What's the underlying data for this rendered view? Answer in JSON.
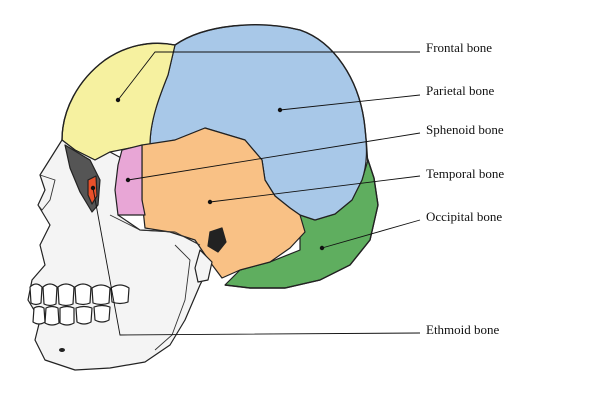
{
  "labels": {
    "frontal": "Frontal bone",
    "parietal": "Parietal bone",
    "sphenoid": "Sphenoid bone",
    "temporal": "Temporal bone",
    "occipital": "Occipital bone",
    "ethmoid": "Ethmoid bone"
  },
  "colors": {
    "frontal": "#f6f1a0",
    "parietal": "#a8c8e8",
    "sphenoid": "#e8a6d6",
    "temporal": "#f9c185",
    "occipital": "#5fae5f",
    "ethmoid": "#e8502a",
    "face": "#f4f4f4",
    "outline": "#222222"
  }
}
